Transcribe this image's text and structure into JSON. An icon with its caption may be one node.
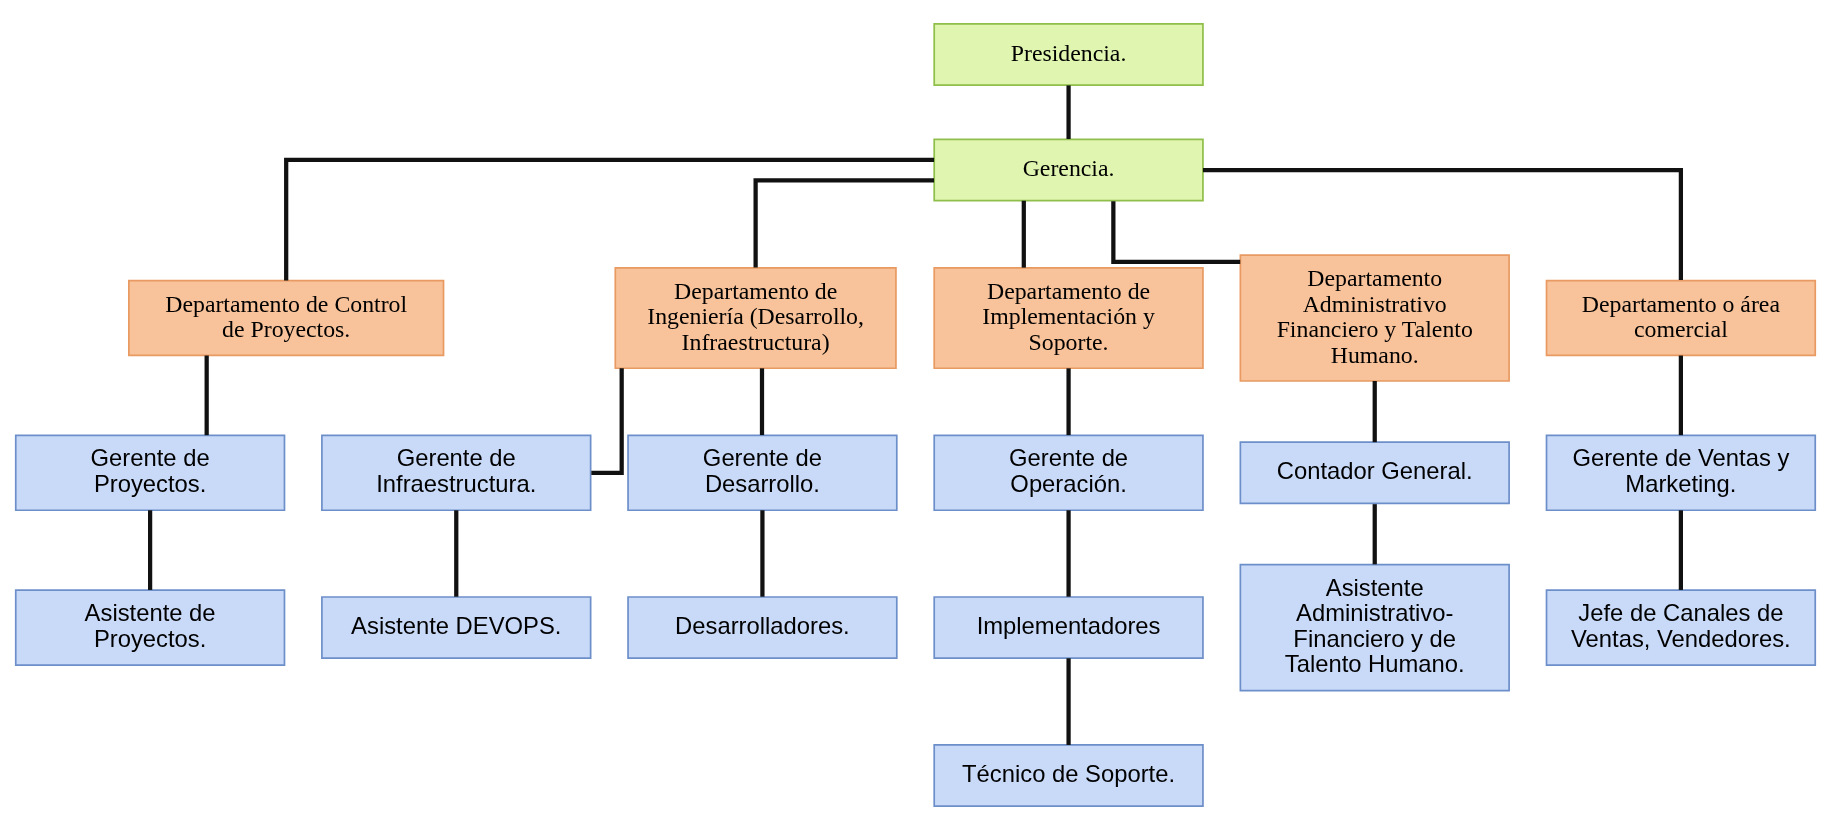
{
  "diagram": {
    "nodes": [
      {
        "text": [
          "Presidencia."
        ]
      },
      {
        "text": [
          "Gerencia."
        ]
      },
      {
        "text": [
          "Departamento de Control de Proyectos."
        ]
      },
      {
        "text": [
          "Departamento de Ingeniería (Desarrollo, Infraestructura)"
        ]
      },
      {
        "text": [
          "Departamento de Implementación y Soporte."
        ]
      },
      {
        "text": [
          "Departamento Administrativo Financiero y Talento Humano."
        ]
      },
      {
        "text": [
          "Departamento o área comercial"
        ]
      },
      {
        "text": [
          "Gerente de Proyectos."
        ]
      },
      {
        "text": [
          "Asistente de Proyectos."
        ]
      },
      {
        "text": [
          "Gerente de Infraestructura."
        ]
      },
      {
        "text": [
          "Asistente DEVOPS."
        ]
      },
      {
        "text": [
          "Gerente de Desarrollo."
        ]
      },
      {
        "text": [
          "Desarrolladores."
        ]
      },
      {
        "text": [
          "Gerente de Operación."
        ]
      },
      {
        "text": [
          "Implementadores"
        ]
      },
      {
        "text": [
          "Técnico de Soporte."
        ]
      },
      {
        "text": [
          "Contador General."
        ]
      },
      {
        "text": [
          "Asistente Administrativo-Financiero y de Talento Humano."
        ]
      },
      {
        "text": [
          "Gerente de Ventas y Marketing."
        ]
      },
      {
        "text": [
          "Jefe de Canales de Ventas, Vendedores."
        ]
      }
    ],
    "edges": [
      {
        "from": 0,
        "to": 1,
        "arrow": "none"
      },
      {
        "from": 1,
        "to": 2,
        "arrow": "none"
      },
      {
        "from": 1,
        "to": 3,
        "arrow": "none"
      },
      {
        "from": 1,
        "to": 4,
        "arrow": "none"
      },
      {
        "from": 1,
        "to": 5,
        "arrow": "none"
      },
      {
        "from": 1,
        "to": 6,
        "arrow": "none"
      },
      {
        "from": 2,
        "to": 7,
        "arrow": "none"
      },
      {
        "from": 7,
        "to": 8,
        "arrow": "none"
      },
      {
        "from": 3,
        "to": 9,
        "arrow": "none"
      },
      {
        "from": 9,
        "to": 10,
        "arrow": "none"
      },
      {
        "from": 3,
        "to": 11,
        "arrow": "none"
      },
      {
        "from": 11,
        "to": 12,
        "arrow": "none"
      },
      {
        "from": 4,
        "to": 13,
        "arrow": "none"
      },
      {
        "from": 13,
        "to": 14,
        "arrow": "none"
      },
      {
        "from": 14,
        "to": 15,
        "arrow": "none"
      },
      {
        "from": 5,
        "to": 16,
        "arrow": "none"
      },
      {
        "from": 16,
        "to": 17,
        "arrow": "none"
      },
      {
        "from": 6,
        "to": 18,
        "arrow": "none"
      },
      {
        "from": 18,
        "to": 19,
        "arrow": "none"
      }
    ]
  }
}
